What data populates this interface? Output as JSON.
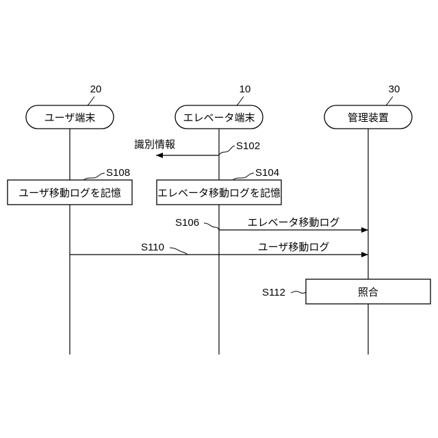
{
  "entities": [
    {
      "ref": "20",
      "label": "ユーザ端末"
    },
    {
      "ref": "10",
      "label": "エレベータ端末"
    },
    {
      "ref": "30",
      "label": "管理装置"
    }
  ],
  "steps": {
    "s102": {
      "id": "S102",
      "label": "識別情報"
    },
    "s104": {
      "id": "S104",
      "label": "エレベータ移動ログを記憶"
    },
    "s106": {
      "id": "S106",
      "label": "エレベータ移動ログ"
    },
    "s108": {
      "id": "S108",
      "label": "ユーザ移動ログを記憶"
    },
    "s110": {
      "id": "S110",
      "label": "ユーザ移動ログ"
    },
    "s112": {
      "id": "S112",
      "label": "照合"
    }
  }
}
